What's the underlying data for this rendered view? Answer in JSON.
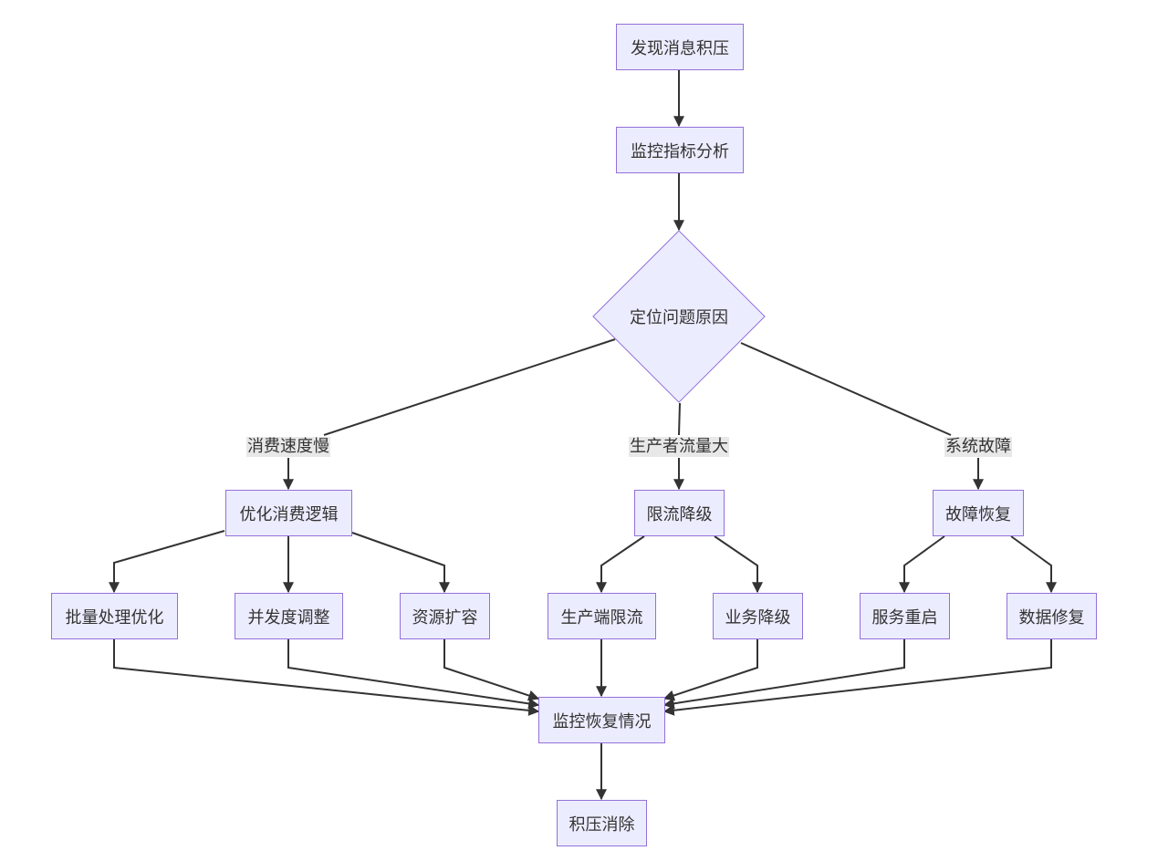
{
  "nodes": {
    "discover": "发现消息积压",
    "monitor_analyze": "监控指标分析",
    "locate_cause": "定位问题原因",
    "optimize_logic": "优化消费逻辑",
    "rate_limit": "限流降级",
    "fault_recovery": "故障恢复",
    "batch_opt": "批量处理优化",
    "concurrency": "并发度调整",
    "scale_resources": "资源扩容",
    "producer_limit": "生产端限流",
    "biz_degrade": "业务降级",
    "service_restart": "服务重启",
    "data_repair": "数据修复",
    "monitor_recovery": "监控恢复情况",
    "backlog_cleared": "积压消除"
  },
  "edge_labels": {
    "slow_consume": "消费速度慢",
    "producer_heavy": "生产者流量大",
    "system_fault": "系统故障"
  },
  "colors": {
    "node_fill": "#ECECFF",
    "node_border": "#9370DB",
    "edge": "#333333",
    "edge_label_bg": "#e8e8e8"
  }
}
